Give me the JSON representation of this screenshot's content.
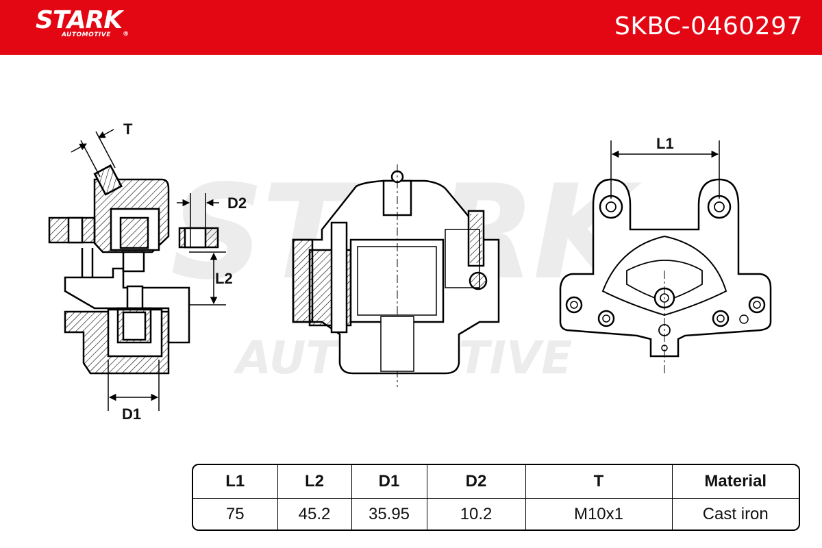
{
  "header": {
    "brand": "STARK",
    "brand_sub": "AUTOMOTIVE",
    "brand_registered": "®",
    "part_number": "SKBC-0460297",
    "color": "#e30613"
  },
  "watermark": {
    "line1": "STARK",
    "line2": "AUTOMOTIVE"
  },
  "diagram": {
    "labels": {
      "t": "T",
      "d2": "D2",
      "l2": "L2",
      "d1": "D1",
      "l1": "L1"
    }
  },
  "spec_table": {
    "headers": [
      "L1",
      "L2",
      "D1",
      "D2",
      "T",
      "Material"
    ],
    "values": [
      "75",
      "45.2",
      "35.95",
      "10.2",
      "M10x1",
      "Cast iron"
    ]
  }
}
